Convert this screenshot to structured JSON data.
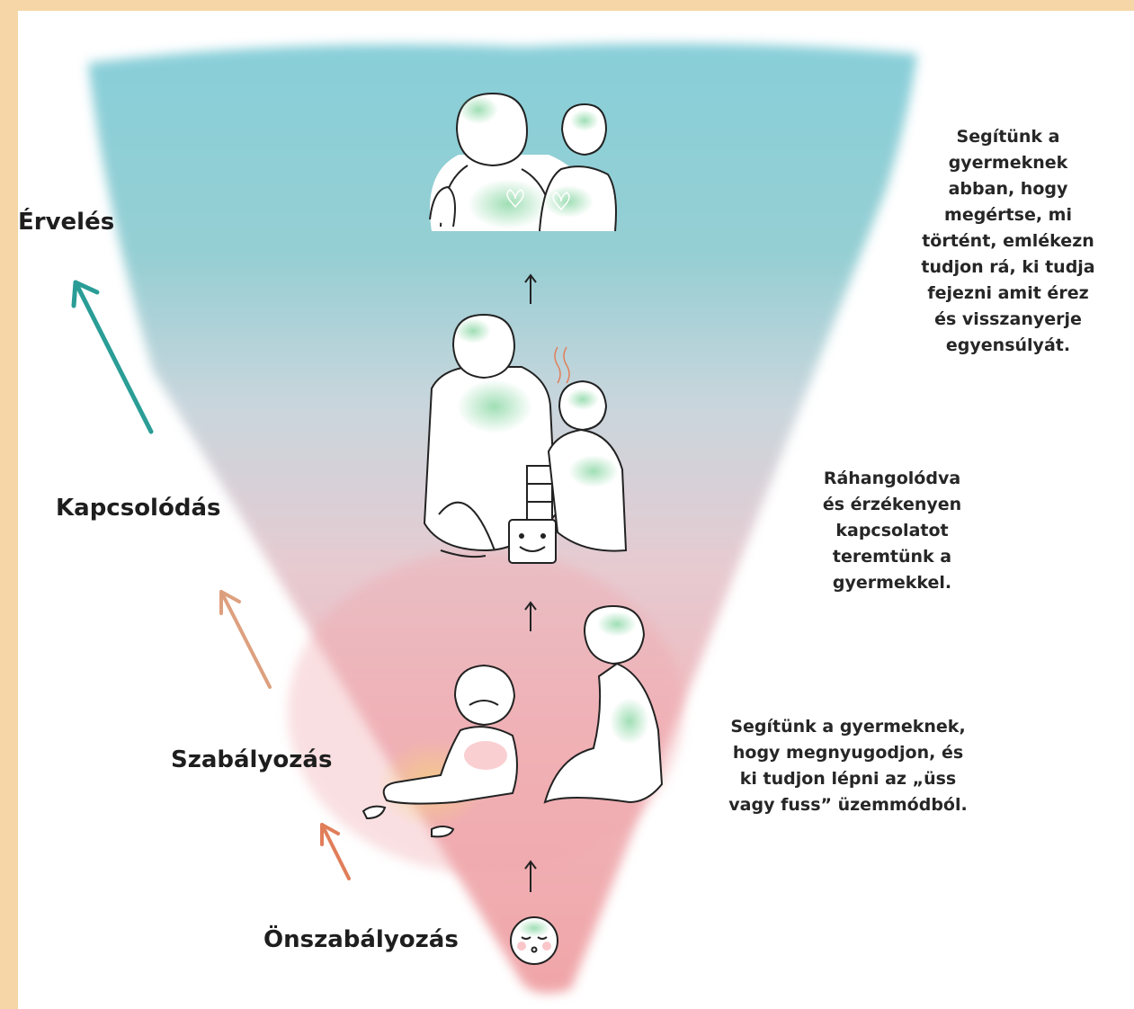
{
  "stages": [
    {
      "key": "reasoning",
      "label": "Érvelés",
      "arrow_color": "#2a9d96"
    },
    {
      "key": "connection",
      "label": "Kapcsolódás",
      "arrow_color": "#dda07e"
    },
    {
      "key": "regulation",
      "label": "Szabályozás",
      "arrow_color": "#e07e5a"
    },
    {
      "key": "self_regulation",
      "label": "Önszabályozás"
    }
  ],
  "descriptions": {
    "reasoning": [
      "Segítünk a",
      "gyermeknek",
      "abban, hogy",
      "megértse, mi",
      "történt, emlékezn",
      "tudjon rá, ki tudja",
      "fejezni amit érez",
      "és  visszanyerje",
      "egyensúlyát."
    ],
    "connection": [
      "Ráhangolódva",
      "és érzékenyen",
      "kapcsolatot",
      "teremtünk a",
      "gyermekkel."
    ],
    "regulation": [
      "Segítünk a gyermeknek,",
      "hogy megnyugodjon, és",
      "ki tudjon lépni az „üss",
      "vagy fuss” üzemmódból."
    ]
  },
  "colors": {
    "top": "#7fcbd6",
    "middle": "#d3d6dc",
    "lower": "#efb5b9",
    "bottom": "#ef9ea1",
    "accent_green": "#8fd9a8",
    "page_border": "#f6d6a6"
  }
}
